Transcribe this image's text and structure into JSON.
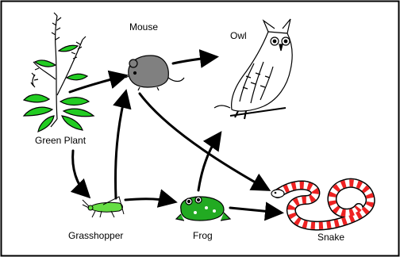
{
  "food_web": {
    "organisms": {
      "green_plant": "Green Plant",
      "mouse": "Mouse",
      "owl": "Owl",
      "grasshopper": "Grasshopper",
      "frog": "Frog",
      "snake": "Snake"
    },
    "arrows": [
      {
        "from": "green_plant",
        "to": "mouse"
      },
      {
        "from": "green_plant",
        "to": "grasshopper"
      },
      {
        "from": "grasshopper",
        "to": "mouse"
      },
      {
        "from": "grasshopper",
        "to": "frog"
      },
      {
        "from": "mouse",
        "to": "owl"
      },
      {
        "from": "mouse",
        "to": "snake"
      },
      {
        "from": "frog",
        "to": "owl"
      },
      {
        "from": "frog",
        "to": "snake"
      }
    ]
  },
  "colors": {
    "plant_leaves": "#22cc22",
    "frog_body": "#22aa22",
    "grasshopper_body": "#66dd44",
    "mouse_body": "#808080",
    "snake_bands": "#ee2222",
    "arrows": "#000000",
    "border": "#000000"
  }
}
